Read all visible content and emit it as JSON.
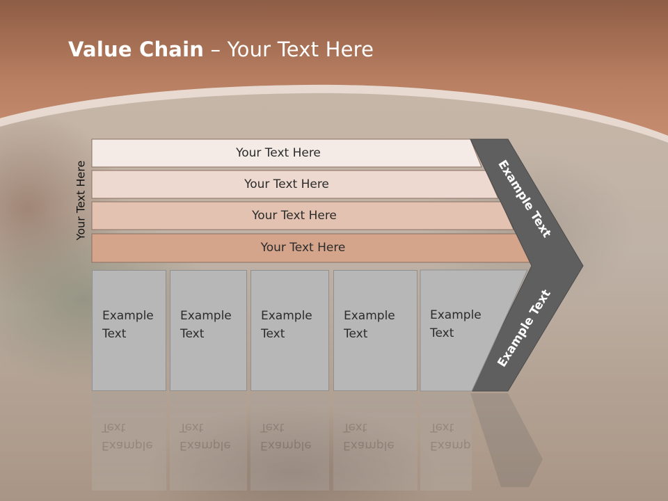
{
  "title": {
    "bold": "Value Chain",
    "rest": " – Your Text Here"
  },
  "side_label": "Your Text Here",
  "bands": [
    {
      "label": "Your Text Here",
      "fill": "#f4ebe6"
    },
    {
      "label": "Your Text Here",
      "fill": "#edd9cf"
    },
    {
      "label": "Your Text Here",
      "fill": "#e3c2b1"
    },
    {
      "label": "Your Text Here",
      "fill": "#d4a58b"
    }
  ],
  "boxes": [
    {
      "label": "Example\nText"
    },
    {
      "label": "Example\nText"
    },
    {
      "label": "Example\nText"
    },
    {
      "label": "Example\nText"
    },
    {
      "label": "Example\nText"
    }
  ],
  "arrow": {
    "top_label": "Example Text",
    "bottom_label": "Example Text",
    "fill": "#5f5f5f"
  },
  "colors": {
    "header": "#b57b60",
    "box_fill": "#b7b7b7"
  }
}
